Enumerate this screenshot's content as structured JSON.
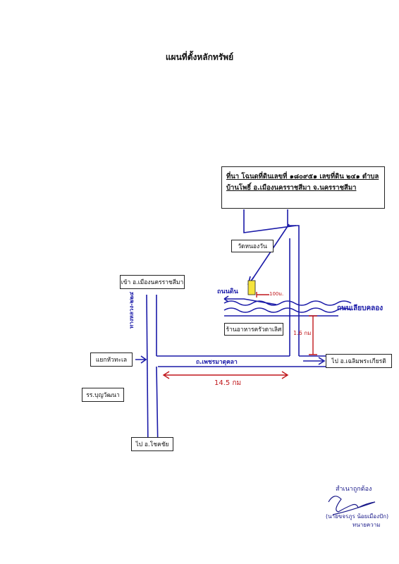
{
  "title": "แผนที่ตั้งหลักทรัพย์",
  "info_box": {
    "line1": "ที่นา โฉนดที่ดินเลขที่ ๑๘๐๙๕๑ เลขที่ดิน ๒๔๑ ตำบล",
    "line2": "บ้านโพธิ์ อ.เมืองนครราชสีมา จ.นครราชสีมา"
  },
  "landmarks": {
    "temple": "วัดหนองวัน",
    "to_city": "เข้า อ.เมืองนครราชสีมา",
    "junction": "แยกหัวทะเล",
    "school": "รร.บุญวัฒนา",
    "to_chokchai": "ไป อ.โชคชัย",
    "restaurant": "ร้านอาหารครัวดาเลิศ",
    "to_chaloem": "ไป อ.เฉลิมพระเกียรติ"
  },
  "handwritten": {
    "dirt_road": "ถนนดิน",
    "canal_road": "ถนนเลียบคลอง",
    "main_road": "ถ.เพชรมาตุคลา",
    "highway": "ทางหลวง-๒๒๔",
    "dist_short": "100ม.",
    "dist_vertical": "1.6 กม",
    "dist_horizontal": "14.5 กม"
  },
  "certification": {
    "copy_label": "สำเนาถูกต้อง",
    "name": "(นายขจรภูร  น้อยเมืองปัก)",
    "role": "ทนายความ"
  },
  "colors": {
    "ink_blue": "#1a1aa8",
    "ink_red": "#c0171b",
    "plot_yellow": "#f5e33c"
  }
}
